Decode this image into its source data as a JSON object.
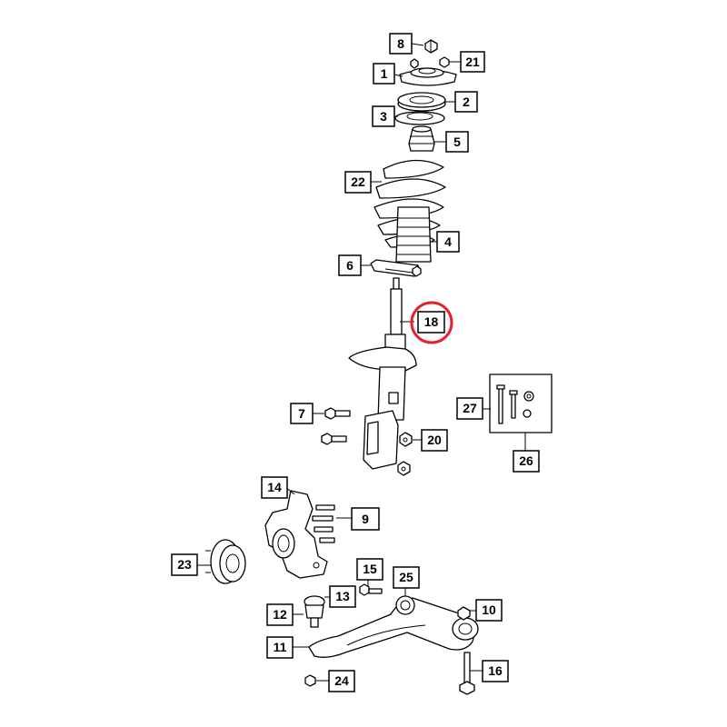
{
  "diagram": {
    "callouts": [
      "1",
      "2",
      "3",
      "4",
      "5",
      "6",
      "7",
      "8",
      "9",
      "10",
      "11",
      "12",
      "13",
      "14",
      "15",
      "16",
      "18",
      "20",
      "21",
      "22",
      "23",
      "24",
      "25",
      "26",
      "27"
    ],
    "highlighted_callout": "18",
    "highlight_color": "#e8202a",
    "line_color": "#000000",
    "background_color": "#ffffff"
  }
}
